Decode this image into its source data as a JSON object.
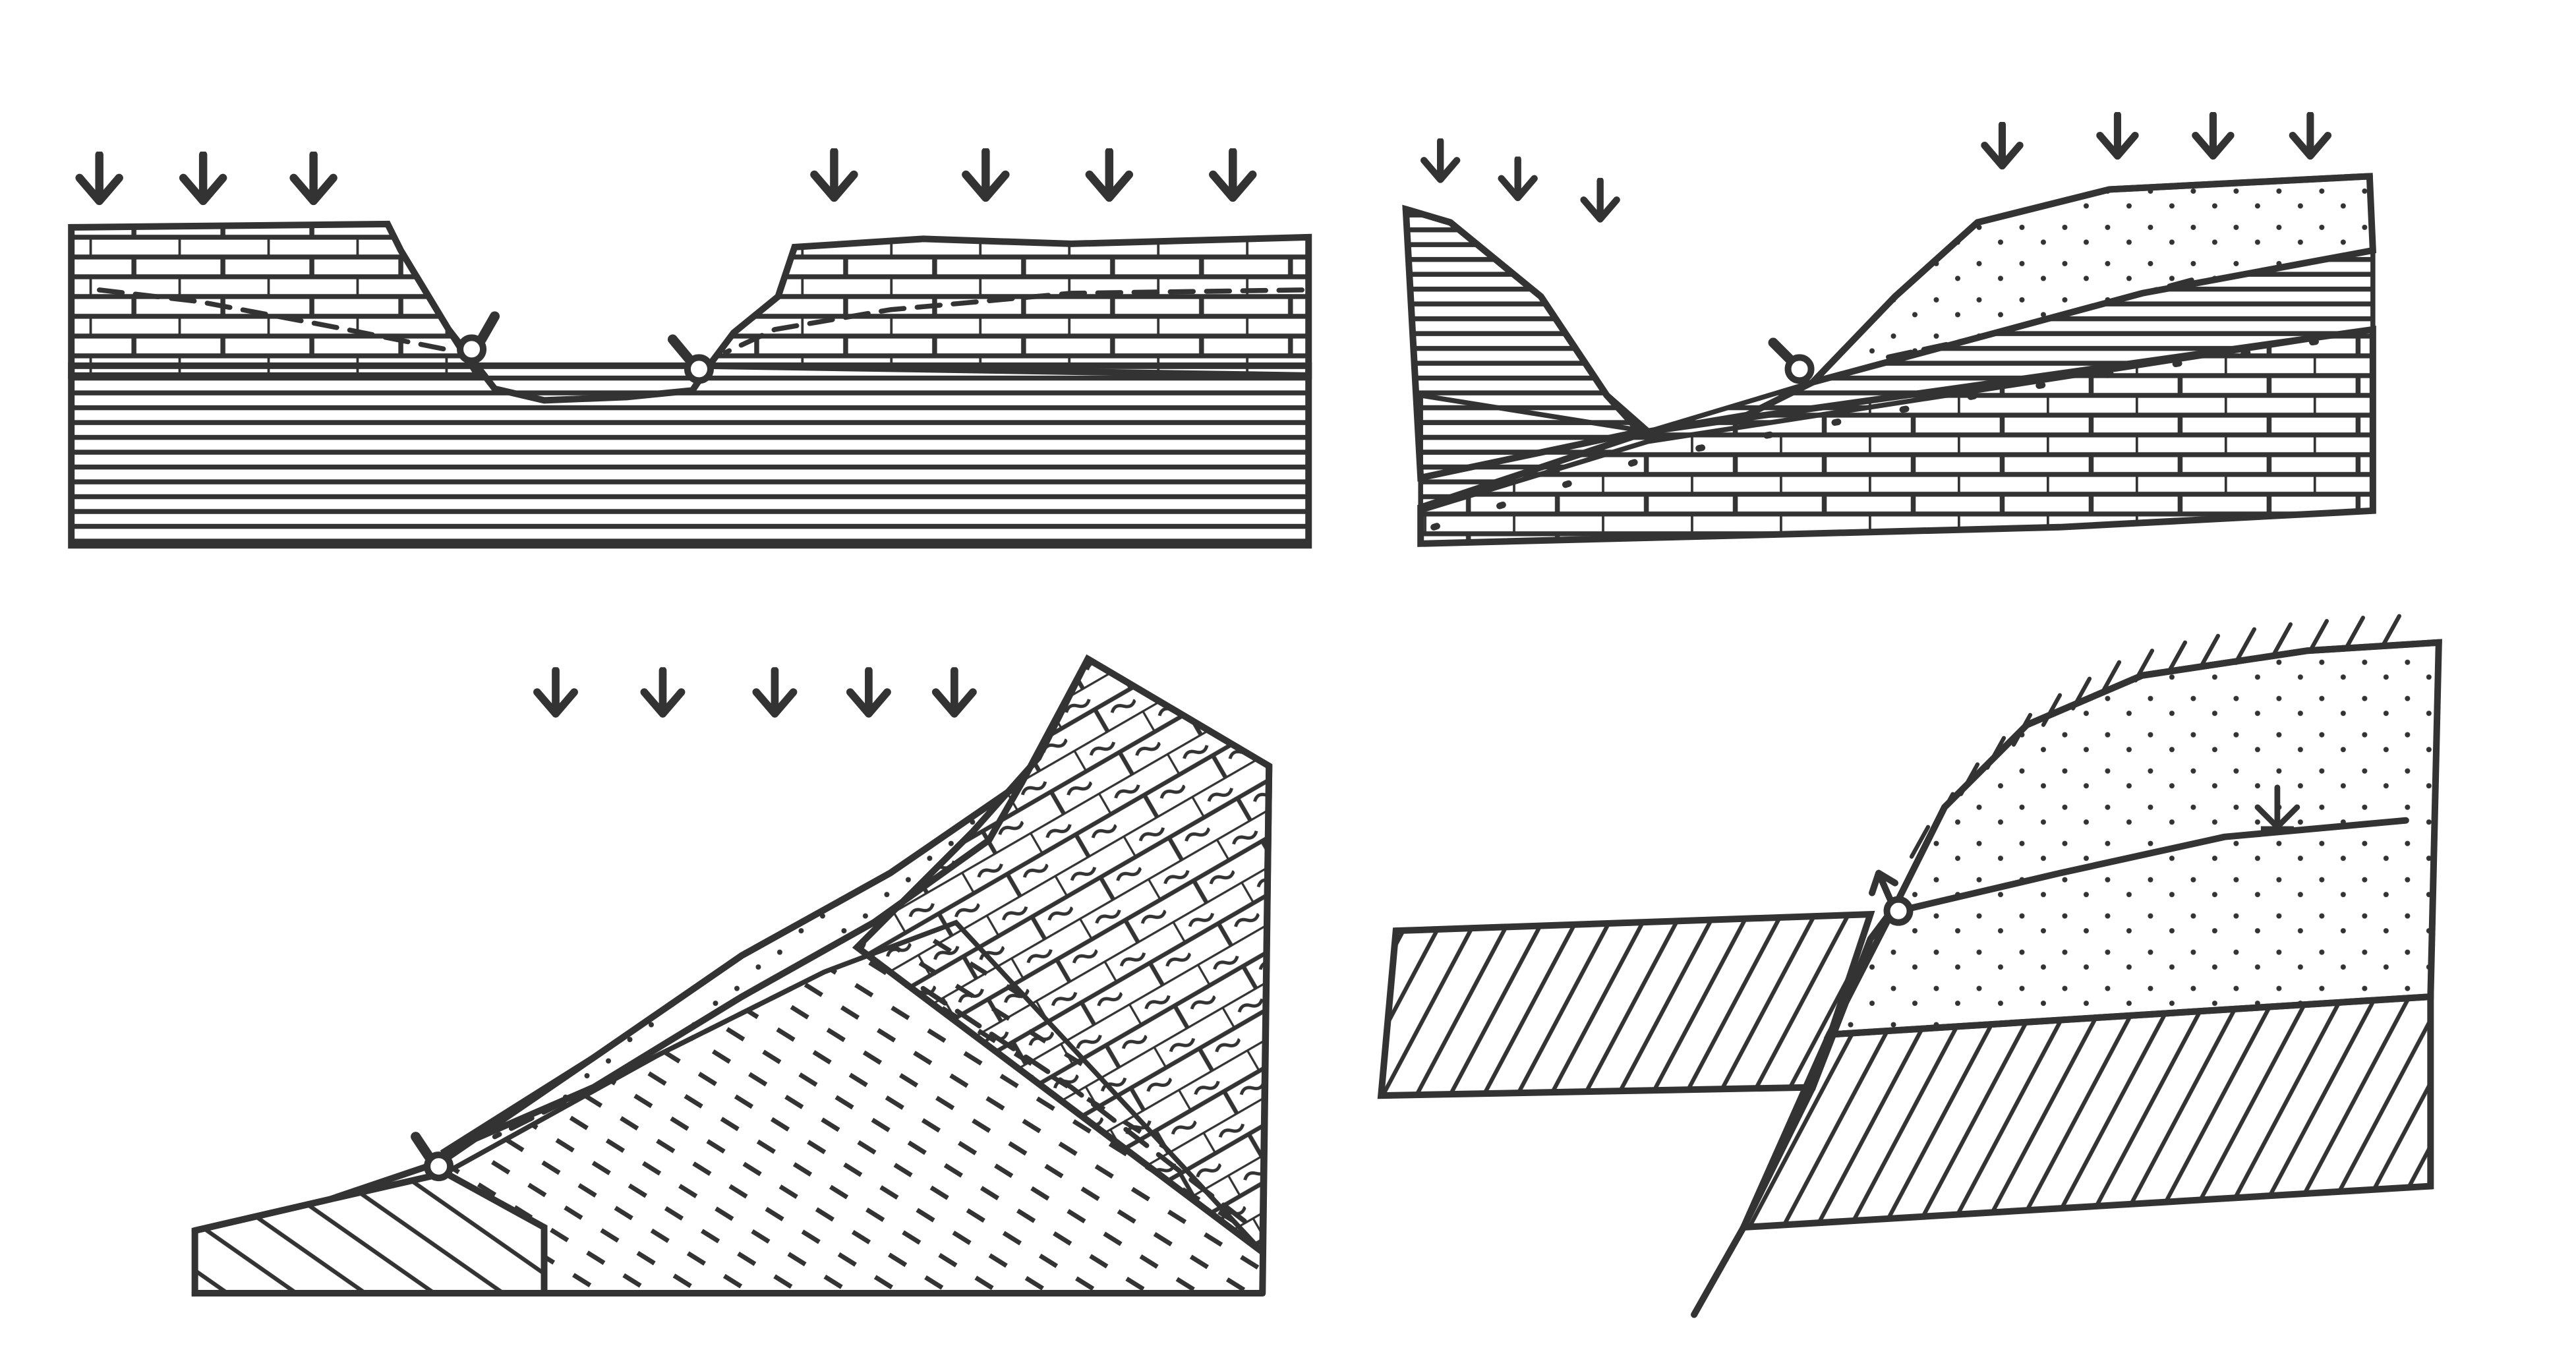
{
  "figure": {
    "panels": [
      {
        "id": "panel-valley-springs",
        "description_labels": []
      },
      {
        "id": "panel-asymmetric-valley-spring",
        "description_labels": []
      },
      {
        "id": "panel-scree-slope-spring",
        "description_labels": []
      },
      {
        "id": "panel-fault-spring",
        "description_labels": []
      }
    ],
    "icons": {
      "infiltration": "down-arrow-icon",
      "spring": "spring-outlet-icon",
      "water-table": "water-table-marker-icon"
    },
    "colors": {
      "ink": "#333333",
      "background": "#ffffff"
    }
  }
}
